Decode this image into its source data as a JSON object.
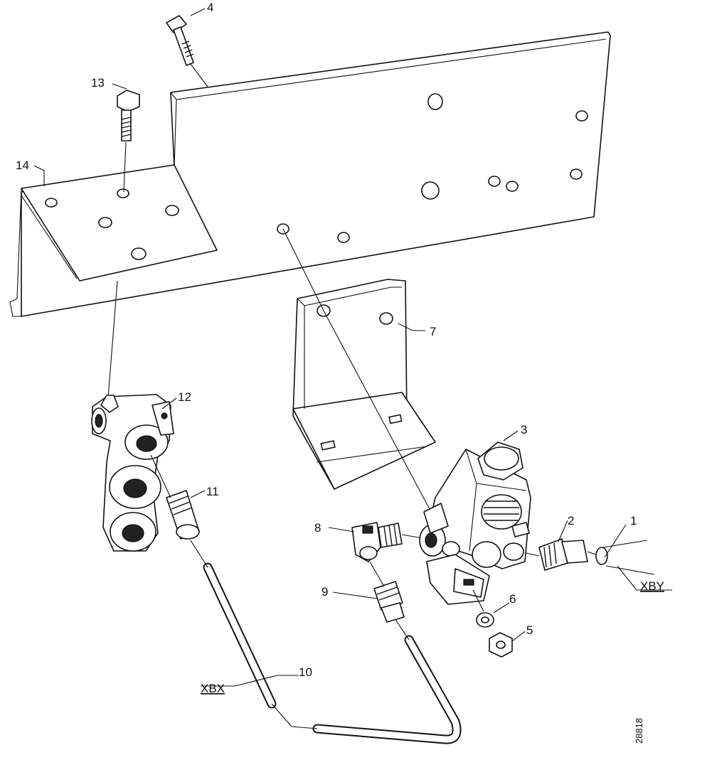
{
  "callouts": {
    "c1": "1",
    "c2": "2",
    "c3": "3",
    "c4": "4",
    "c5": "5",
    "c6": "6",
    "c7": "7",
    "c8": "8",
    "c9": "9",
    "c10": "10",
    "c11": "11",
    "c12": "12",
    "c13": "13",
    "c14": "14"
  },
  "pipe_tags": {
    "xbx": "XBX",
    "xby": "XBY"
  },
  "figure_number": "28818"
}
